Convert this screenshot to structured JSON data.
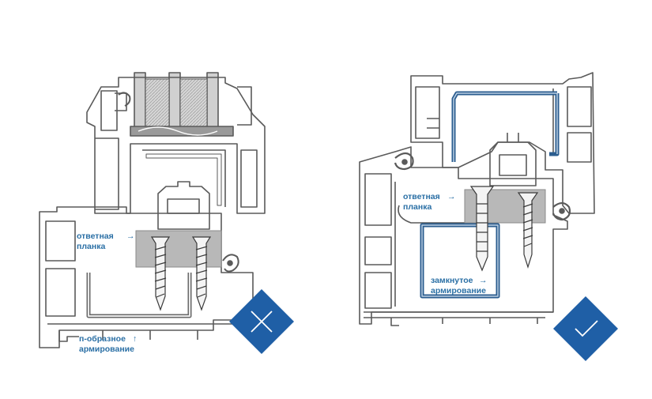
{
  "left_panel": {
    "label_strike_plate": {
      "line1": "ответная",
      "line2": "планка"
    },
    "label_u_reinforcement": {
      "line1": "п-образное",
      "line2": "армирование"
    },
    "badge_icon": "cross-icon",
    "badge_color": "#1f5fa6"
  },
  "right_panel": {
    "label_strike_plate": {
      "line1": "ответная",
      "line2": "планка"
    },
    "label_closed_reinforcement": {
      "line1": "замкнутое",
      "line2": "армирование"
    },
    "badge_icon": "check-icon",
    "badge_color": "#1f5fa6"
  },
  "colors": {
    "profile_outline": "#5a5a5a",
    "label_text": "#2a6fa5",
    "reinforcement_blue": "#2b5d8f",
    "strike_plate_gray": "#b8b8b8"
  }
}
